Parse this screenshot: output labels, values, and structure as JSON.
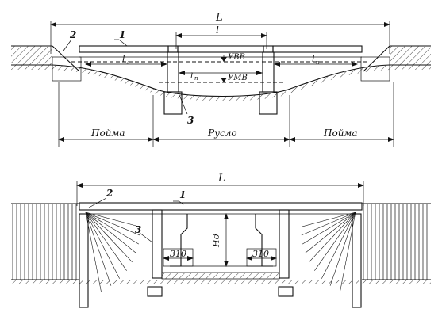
{
  "top": {
    "span_total": "L",
    "span_bridge": "l",
    "span_left": "l",
    "span_left_sub": "л",
    "span_right": "l",
    "span_right_sub": "п",
    "span_mid": "l",
    "span_mid_sub": "п",
    "label_1": "1",
    "label_2": "2",
    "label_3": "3",
    "uvv": "УВВ",
    "umv": "УМВ",
    "floodplain_left": "Пойма",
    "channel": "Русло",
    "floodplain_right": "Пойма"
  },
  "bottom": {
    "span_total": "L",
    "label_1": "1",
    "label_2": "2",
    "label_3": "3",
    "clear_height": "Hд",
    "gap_left": "310",
    "gap_right": "310"
  }
}
